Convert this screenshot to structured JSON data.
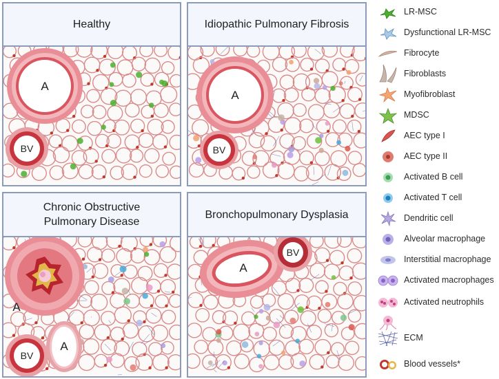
{
  "panels": {
    "healthy": {
      "title": "Healthy",
      "lumens": [
        "A",
        "BV"
      ]
    },
    "ipf": {
      "title": "Idiopathic Pulmonary Fibrosis",
      "lumens": [
        "A",
        "BV"
      ]
    },
    "copd": {
      "title_line1": "Chronic Obstructive",
      "title_line2": "Pulmonary Disease",
      "lumens": [
        "A",
        "BV",
        "A"
      ]
    },
    "bpd": {
      "title": "Bronchopulmonary Dysplasia",
      "lumens": [
        "A",
        "BV"
      ]
    }
  },
  "legend": [
    {
      "label": "LR-MSC",
      "icon": "lr-msc-icon",
      "color": "#4caf30"
    },
    {
      "label": "Dysfunctional LR-MSC",
      "icon": "dysfunctional-lr-msc-icon",
      "color": "#8fb8de"
    },
    {
      "label": "Fibrocyte",
      "icon": "fibrocyte-icon",
      "color": "#c9a89a"
    },
    {
      "label": "Fibroblasts",
      "icon": "fibroblasts-icon",
      "color": "#c6b3a6"
    },
    {
      "label": "Myofibroblast",
      "icon": "myofibroblast-icon",
      "color": "#f0a070"
    },
    {
      "label": "MDSC",
      "icon": "mdsc-icon",
      "color": "#6cbf3c"
    },
    {
      "label": "AEC type I",
      "icon": "aec-type-1-icon",
      "color": "#d9564f"
    },
    {
      "label": "AEC type II",
      "icon": "aec-type-2-icon",
      "color": "#e07b70"
    },
    {
      "label": "Activated B cell",
      "icon": "activated-b-cell-icon",
      "color": "#7ec48a"
    },
    {
      "label": "Activated T cell",
      "icon": "activated-t-cell-icon",
      "color": "#4aa8d8"
    },
    {
      "label": "Dendritic cell",
      "icon": "dendritic-cell-icon",
      "color": "#a99ad6"
    },
    {
      "label": "Alveolar macrophage",
      "icon": "alveolar-macrophage-icon",
      "color": "#a79ee0"
    },
    {
      "label": "Interstitial macrophage",
      "icon": "interstitial-macrophage-icon",
      "color": "#b4b6e6"
    },
    {
      "label": "Activated macrophages",
      "icon": "activated-macrophages-icon",
      "color": "#b89ee6"
    },
    {
      "label": "Activated neutrophils",
      "icon": "activated-neutrophils-icon",
      "color": "#e89ac4"
    },
    {
      "label": "",
      "icon": "activated-neutrophil-net-icon",
      "color": "#e89ac4"
    },
    {
      "label": "ECM",
      "icon": "ecm-icon",
      "color": "#5a64a8"
    },
    {
      "label": "Blood vessels*",
      "icon": "blood-vessels-icon",
      "color": "#c0392b"
    }
  ]
}
